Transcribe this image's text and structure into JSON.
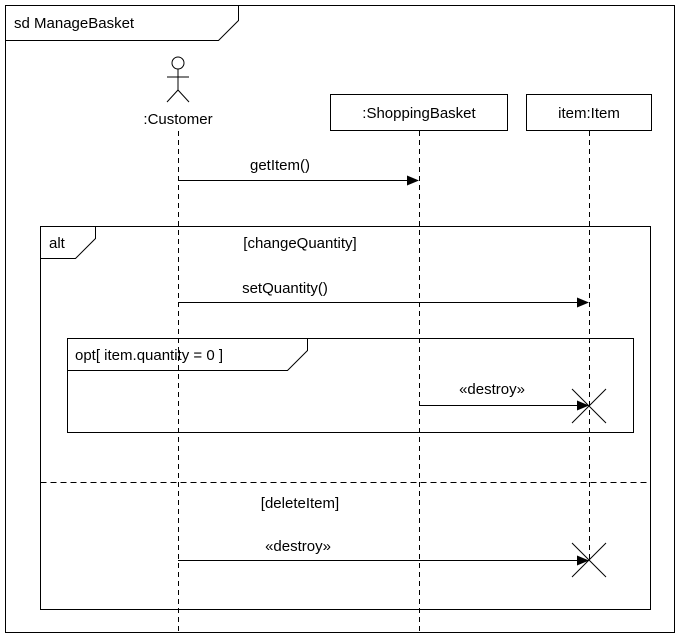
{
  "diagram": {
    "title": "sd ManageBasket",
    "lifelines": {
      "customer": ":Customer",
      "basket": ":ShoppingBasket",
      "item": "item:Item"
    },
    "messages": {
      "get_item": "getItem()",
      "set_quantity": "setQuantity()",
      "destroy_opt": "«destroy»",
      "destroy_delete": "«destroy»"
    },
    "fragments": {
      "alt": {
        "operator": "alt",
        "guard_change": "[changeQuantity]",
        "guard_delete": "[deleteItem]"
      },
      "opt": {
        "label": "opt[ item.quantity = 0 ]"
      }
    }
  }
}
